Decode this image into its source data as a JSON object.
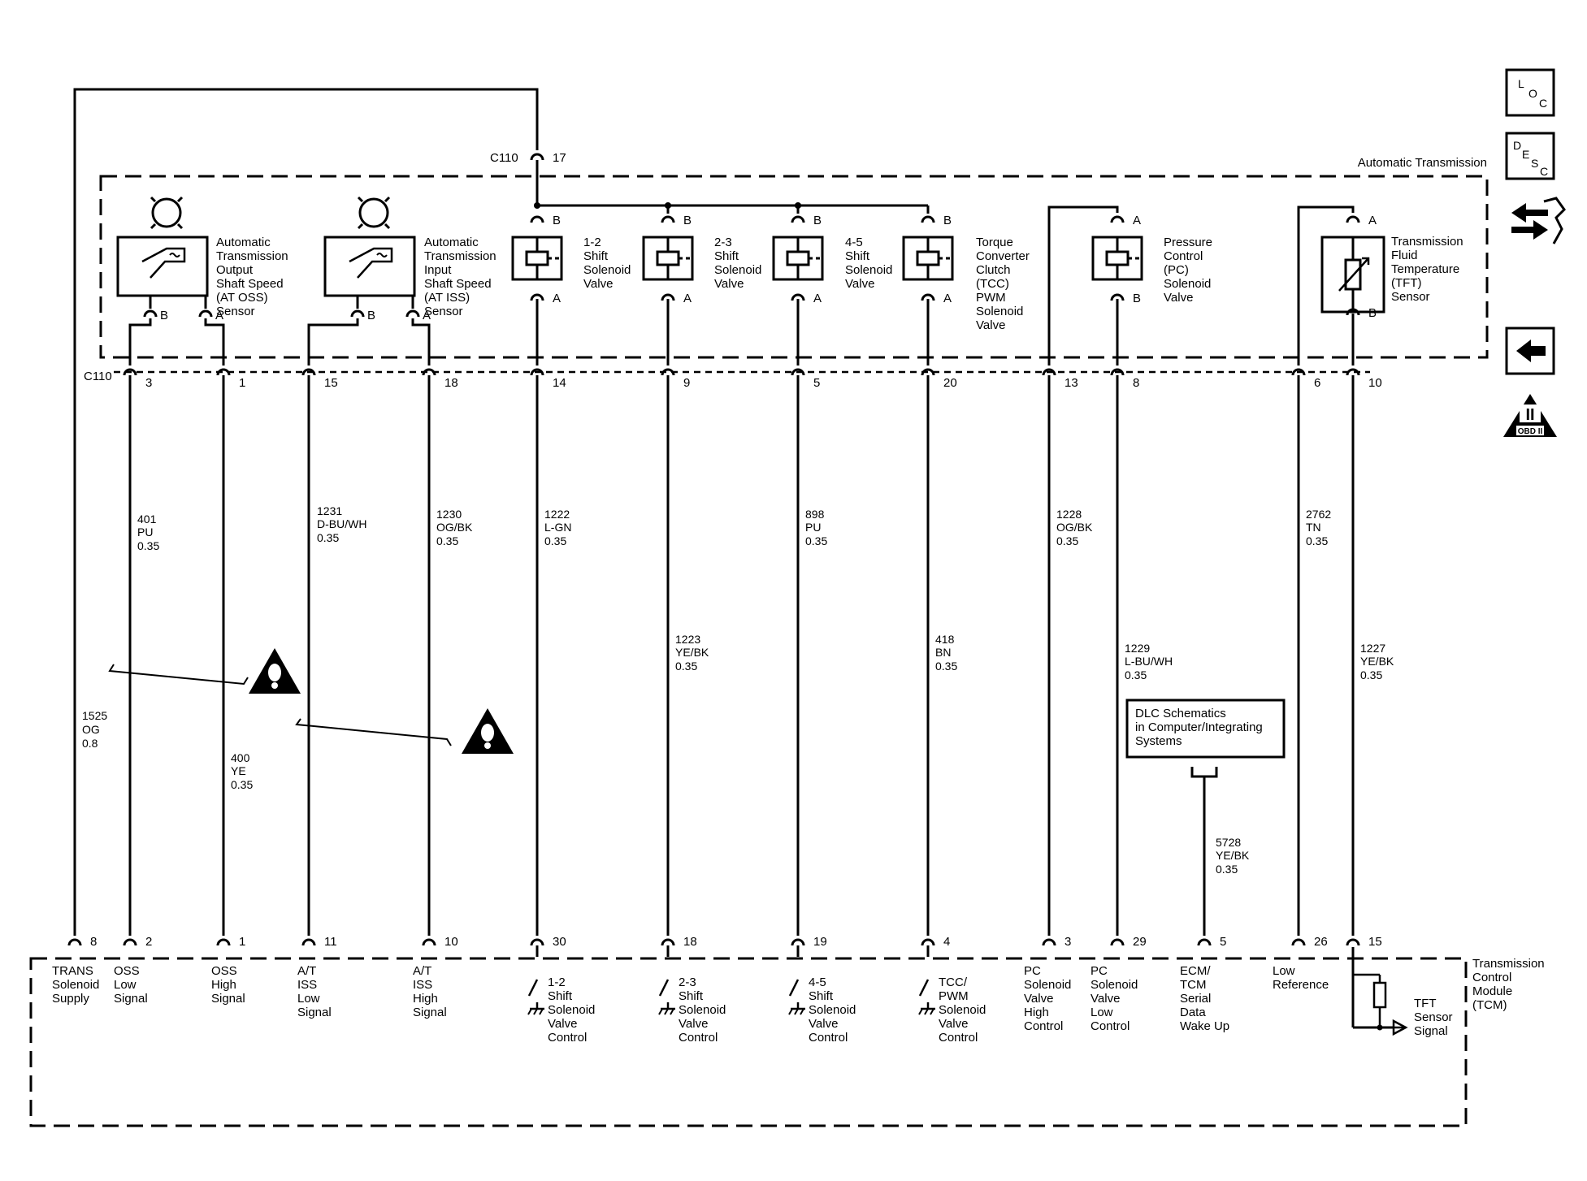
{
  "connector_c110": "C110",
  "c110_top_pin": "17",
  "auto_trans_label": "Automatic Transmission",
  "tcm_label": [
    "Transmission",
    "Control",
    "Module",
    "(TCM)"
  ],
  "nav_icons": {
    "loc": [
      "L",
      "O",
      "C"
    ],
    "desc": [
      "D",
      "E",
      "S",
      "C"
    ],
    "obd": "OBD II",
    "obd_numeral": "II"
  },
  "trans_supply": {
    "c110_pin": "",
    "tcm_pin": "8",
    "wire": [
      "1525",
      "OG",
      "0.8"
    ],
    "tcm_label": [
      "TRANS",
      "Solenoid",
      "Supply"
    ]
  },
  "circuits": [
    {
      "id": "oss-low",
      "comp_pin": "B",
      "c110_pin": "3",
      "tcm_pin": "2",
      "wire": [
        "401",
        "PU",
        "0.35"
      ],
      "tcm_label": [
        "OSS",
        "Low",
        "Signal"
      ]
    },
    {
      "id": "oss-high",
      "comp_pin": "A",
      "c110_pin": "1",
      "tcm_pin": "1",
      "wire": [
        "400",
        "YE",
        "0.35"
      ],
      "tcm_label": [
        "OSS",
        "High",
        "Signal"
      ]
    },
    {
      "id": "iss-low",
      "comp_pin": "B",
      "c110_pin": "15",
      "tcm_pin": "11",
      "wire": [
        "1231",
        "D-BU/WH",
        "0.35"
      ],
      "tcm_label": [
        "A/T",
        "ISS",
        "Low",
        "Signal"
      ]
    },
    {
      "id": "iss-high",
      "comp_pin": "A",
      "c110_pin": "18",
      "tcm_pin": "10",
      "wire": [
        "1230",
        "OG/BK",
        "0.35"
      ],
      "tcm_label": [
        "A/T",
        "ISS",
        "High",
        "Signal"
      ]
    },
    {
      "id": "shift-12",
      "comp_pin": "A",
      "c110_pin": "14",
      "tcm_pin": "30",
      "wire": [
        "1222",
        "L-GN",
        "0.35"
      ],
      "tcm_label": [
        "1-2",
        "Shift",
        "Solenoid",
        "Valve",
        "Control"
      ]
    },
    {
      "id": "shift-23",
      "comp_pin": "A",
      "c110_pin": "9",
      "tcm_pin": "18",
      "wire": [
        "1223",
        "YE/BK",
        "0.35"
      ],
      "tcm_label": [
        "2-3",
        "Shift",
        "Solenoid",
        "Valve",
        "Control"
      ]
    },
    {
      "id": "shift-45",
      "comp_pin": "A",
      "c110_pin": "5",
      "tcm_pin": "19",
      "wire": [
        "898",
        "PU",
        "0.35"
      ],
      "tcm_label": [
        "4-5",
        "Shift",
        "Solenoid",
        "Valve",
        "Control"
      ]
    },
    {
      "id": "tcc",
      "comp_pin": "A",
      "c110_pin": "20",
      "tcm_pin": "4",
      "wire": [
        "418",
        "BN",
        "0.35"
      ],
      "tcm_label": [
        "TCC/",
        "PWM",
        "Solenoid",
        "Valve",
        "Control"
      ]
    },
    {
      "id": "pc-high",
      "comp_pin": "",
      "c110_pin": "13",
      "tcm_pin": "3",
      "wire": [
        "1228",
        "OG/BK",
        "0.35"
      ],
      "tcm_label": [
        "PC",
        "Solenoid",
        "Valve",
        "High",
        "Control"
      ]
    },
    {
      "id": "pc-low",
      "comp_pin": "B",
      "c110_pin": "8",
      "tcm_pin": "29",
      "wire": [
        "1229",
        "L-BU/WH",
        "0.35"
      ],
      "tcm_label": [
        "PC",
        "Solenoid",
        "Valve",
        "Low",
        "Control"
      ]
    },
    {
      "id": "serial",
      "comp_pin": "",
      "c110_pin": "",
      "tcm_pin": "5",
      "wire": [
        "5728",
        "YE/BK",
        "0.35"
      ],
      "tcm_label": [
        "ECM/",
        "TCM",
        "Serial",
        "Data",
        "Wake Up"
      ]
    },
    {
      "id": "low-ref",
      "comp_pin": "",
      "c110_pin": "6",
      "tcm_pin": "26",
      "wire": [
        "2762",
        "TN",
        "0.35"
      ],
      "tcm_label": [
        "Low",
        "Reference"
      ]
    },
    {
      "id": "tft-signal",
      "comp_pin": "B",
      "c110_pin": "10",
      "tcm_pin": "15",
      "wire": [
        "1227",
        "YE/BK",
        "0.35"
      ],
      "tcm_label": [
        "TFT",
        "Sensor",
        "Signal"
      ]
    }
  ],
  "components": [
    {
      "id": "oss-sensor",
      "lines": [
        "Automatic",
        "Transmission",
        "Output",
        "Shaft Speed",
        "(AT OSS)",
        "Sensor"
      ]
    },
    {
      "id": "iss-sensor",
      "lines": [
        "Automatic",
        "Transmission",
        "Input",
        "Shaft Speed",
        "(AT ISS)",
        "Sensor"
      ]
    },
    {
      "id": "shift-12-valve",
      "top_pin": "B",
      "lines": [
        "1-2",
        "Shift",
        "Solenoid",
        "Valve"
      ]
    },
    {
      "id": "shift-23-valve",
      "top_pin": "B",
      "lines": [
        "2-3",
        "Shift",
        "Solenoid",
        "Valve"
      ]
    },
    {
      "id": "shift-45-valve",
      "top_pin": "B",
      "lines": [
        "4-5",
        "Shift",
        "Solenoid",
        "Valve"
      ]
    },
    {
      "id": "tcc-valve",
      "top_pin": "B",
      "lines": [
        "Torque",
        "Converter",
        "Clutch",
        "(TCC)",
        "PWM",
        "Solenoid",
        "Valve"
      ]
    },
    {
      "id": "pc-valve",
      "top_pin": "A",
      "lines": [
        "Pressure",
        "Control",
        "(PC)",
        "Solenoid",
        "Valve"
      ]
    },
    {
      "id": "tft-sensor",
      "top_pin": "A",
      "lines": [
        "Transmission",
        "Fluid",
        "Temperature",
        "(TFT)",
        "Sensor"
      ]
    }
  ],
  "dlc_box": [
    "DLC Schematics",
    "in Computer/Integrating",
    "Systems"
  ]
}
